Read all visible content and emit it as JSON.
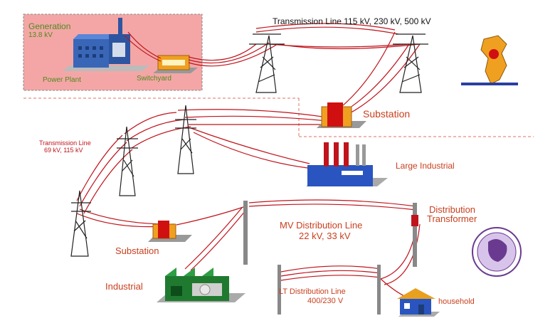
{
  "generation": {
    "title": "Generation",
    "voltage": "13.8 kV",
    "power_plant": "Power Plant",
    "switchyard": "Switchyard"
  },
  "transmission_top": {
    "label": "Transmission Line 115 kV, 230 kV, 500 kV"
  },
  "substation_main": {
    "label": "Substation"
  },
  "transmission_left": {
    "line1": "Transmission Line",
    "line2": "69 kV, 115 kV"
  },
  "large_industrial": {
    "label": "Large Industrial"
  },
  "distribution_transformer": {
    "line1": "Distribution",
    "line2": "Transformer"
  },
  "mv_line": {
    "line1": "MV Distribution Line",
    "line2": "22 kV, 33 kV"
  },
  "substation_small": {
    "label": "Substation"
  },
  "industrial": {
    "label": "Industrial"
  },
  "lt_line": {
    "line1": "LT Distribution Line",
    "line2": "400/230 V"
  },
  "household": {
    "label": "household"
  },
  "colors": {
    "generation_bg": "#f4a6a6",
    "wire": "#c0141c",
    "label_red": "#c8401e",
    "label_green": "#4e8a1e",
    "plant_blue": "#3a66b8",
    "transformer_orange": "#f0a020"
  }
}
